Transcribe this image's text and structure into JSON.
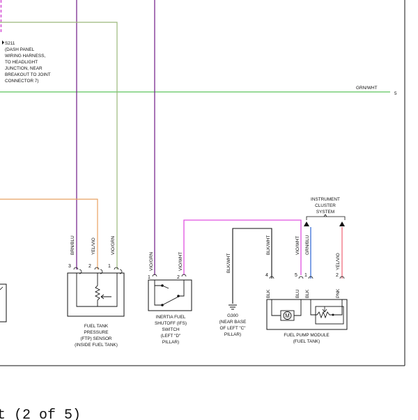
{
  "colors": {
    "purple": "#7a2a8e",
    "magenta": "#e050e0",
    "green": "#5cc45c",
    "orange": "#e8a060",
    "pink": "#f06e7e",
    "blue": "#3a6fd8",
    "gray": "#a0a0a0",
    "black": "#111111"
  },
  "splice": {
    "id": "S211",
    "desc": [
      "(DASH PANEL",
      "WIRING HARNESS,",
      "TO HEADLIGHT",
      "JUNCTION, NEAR",
      "BREAKOUT TO JOINT",
      "CONNECTOR 7)"
    ]
  },
  "offpage": {
    "wire": "GRN/WHT",
    "ref": "5"
  },
  "instrument_cluster": [
    "INSTRUMENT",
    "CLUSTER",
    "SYSTEM"
  ],
  "ftp_sensor": {
    "wires": [
      "BRN/BLU",
      "YEL/VIO",
      "VIO/GRN"
    ],
    "pins": [
      "3",
      "2",
      "1"
    ],
    "name": [
      "FUEL TANK",
      "PRESSURE",
      "(FTP) SENSOR",
      "(INSIDE FUEL TANK)"
    ]
  },
  "ifs_switch": {
    "wires": [
      "VIO/GRN",
      "VIO/WHT"
    ],
    "pins": [
      "1",
      "2"
    ],
    "name": [
      "INERTIA FUEL",
      "SHUTOFF (IFS)",
      "SWITCH",
      "(LEFT \"D\"",
      "PILLAR)"
    ]
  },
  "ground": {
    "wire": "BLK/WHT",
    "id": "G300",
    "desc": [
      "(NEAR BASE",
      "OF LEFT \"C\"",
      "PILLAR)"
    ]
  },
  "fuel_pump": {
    "wires": [
      "BLK/WHT",
      "VIO/WHT",
      "GRN/BLU",
      "YEL/VIO"
    ],
    "pins": [
      "4",
      "5",
      "1",
      "2"
    ],
    "conn_colors": [
      "BLK",
      "BLU",
      "BLK",
      "PNK"
    ],
    "motor": "M",
    "name": [
      "FUEL PUMP MODULE",
      "(FUEL TANK)"
    ]
  },
  "footer_text": "t (2 of 5)"
}
